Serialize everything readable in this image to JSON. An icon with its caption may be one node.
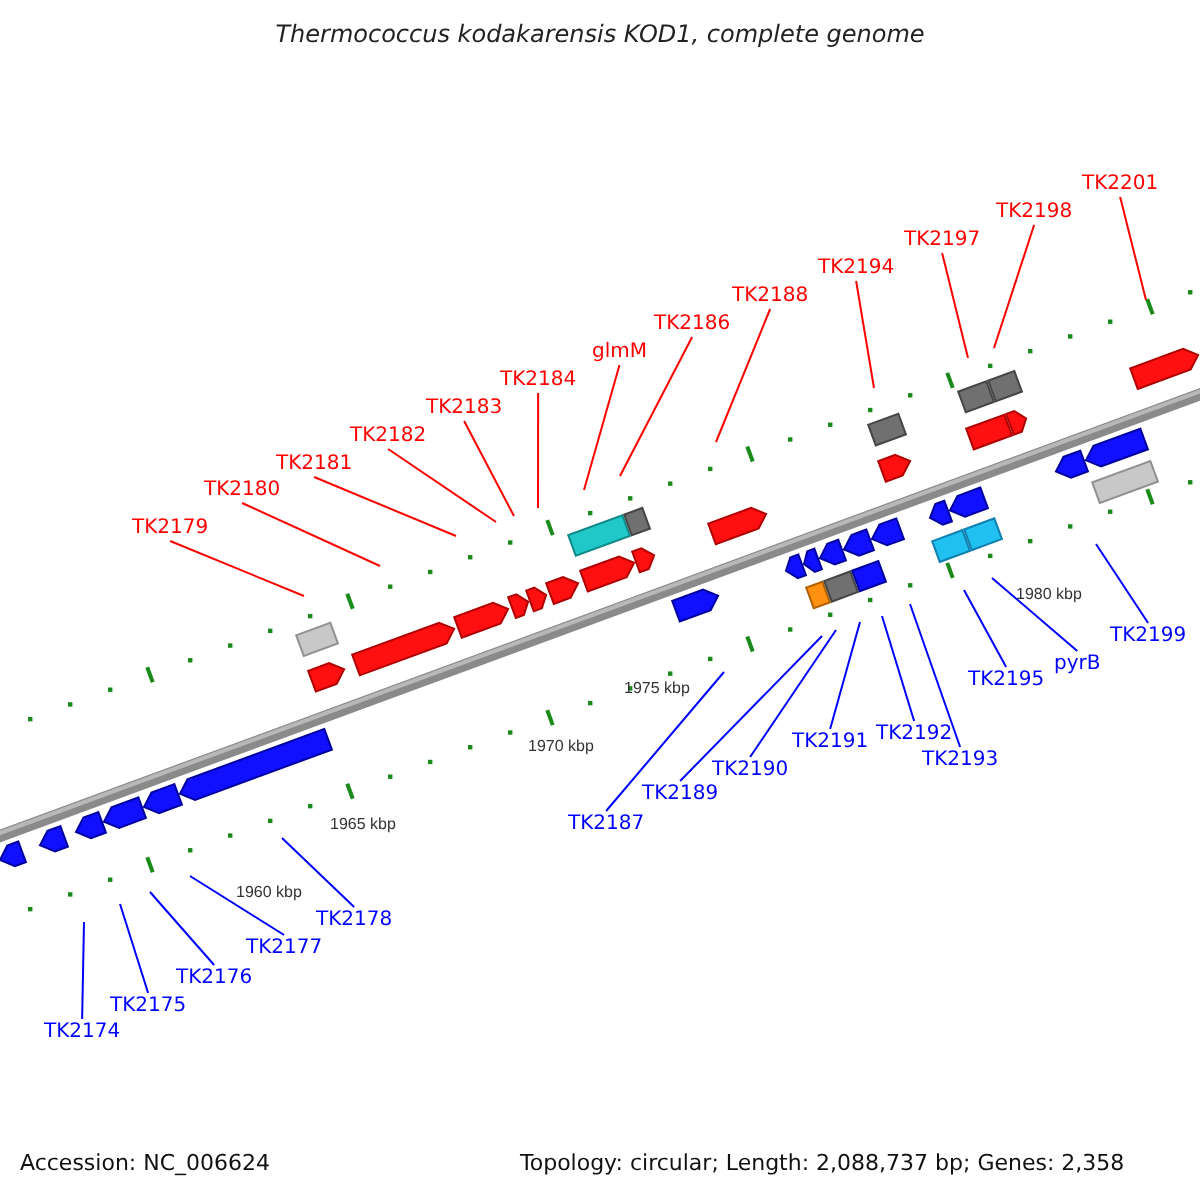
{
  "diagram": {
    "title": "Thermococcus kodakarensis KOD1, complete genome",
    "nodes": [
      {
        "text": [
          "TK2201"
        ]
      },
      {
        "text": [
          "TK2198"
        ]
      },
      {
        "text": [
          "TK2197"
        ]
      },
      {
        "text": [
          "TK2194"
        ]
      },
      {
        "text": [
          "TK2188"
        ]
      },
      {
        "text": [
          "TK2186"
        ]
      },
      {
        "text": [
          "glmM"
        ]
      },
      {
        "text": [
          "TK2184"
        ]
      },
      {
        "text": [
          "TK2183"
        ]
      },
      {
        "text": [
          "TK2182"
        ]
      },
      {
        "text": [
          "TK2181"
        ]
      },
      {
        "text": [
          "TK2180"
        ]
      },
      {
        "text": [
          "TK2179"
        ]
      },
      {
        "text": [
          "TK2199"
        ]
      },
      {
        "text": [
          "pyrB"
        ]
      },
      {
        "text": [
          "TK2195"
        ]
      },
      {
        "text": [
          "TK2192"
        ]
      },
      {
        "text": [
          "TK2191"
        ]
      },
      {
        "text": [
          "TK2193"
        ]
      },
      {
        "text": [
          "TK2190"
        ]
      },
      {
        "text": [
          "TK2189"
        ]
      },
      {
        "text": [
          "TK2187"
        ]
      },
      {
        "text": [
          "TK2178"
        ]
      },
      {
        "text": [
          "TK2177"
        ]
      },
      {
        "text": [
          "TK2176"
        ]
      },
      {
        "text": [
          "TK2175"
        ]
      },
      {
        "text": [
          "TK2174"
        ]
      }
    ],
    "edges": [
      {
        "from": 0,
        "to": null,
        "arrow": "none",
        "color": "#ff0000"
      },
      {
        "from": 1,
        "to": null,
        "arrow": "none",
        "color": "#ff0000"
      },
      {
        "from": 2,
        "to": null,
        "arrow": "none",
        "color": "#ff0000"
      },
      {
        "from": 3,
        "to": null,
        "arrow": "none",
        "color": "#ff0000"
      },
      {
        "from": 4,
        "to": null,
        "arrow": "none",
        "color": "#ff0000"
      },
      {
        "from": 5,
        "to": null,
        "arrow": "none",
        "color": "#ff0000"
      },
      {
        "from": 6,
        "to": null,
        "arrow": "none",
        "color": "#ff0000"
      },
      {
        "from": 7,
        "to": null,
        "arrow": "none",
        "color": "#ff0000"
      },
      {
        "from": 8,
        "to": null,
        "arrow": "none",
        "color": "#ff0000"
      },
      {
        "from": 9,
        "to": null,
        "arrow": "none",
        "color": "#ff0000"
      },
      {
        "from": 10,
        "to": null,
        "arrow": "none",
        "color": "#ff0000"
      },
      {
        "from": 11,
        "to": null,
        "arrow": "none",
        "color": "#ff0000"
      },
      {
        "from": 12,
        "to": null,
        "arrow": "none",
        "color": "#ff0000"
      },
      {
        "from": 13,
        "to": null,
        "arrow": "none"
      },
      {
        "from": 14,
        "to": null,
        "arrow": "none"
      },
      {
        "from": 15,
        "to": null,
        "arrow": "none"
      },
      {
        "from": 16,
        "to": null,
        "arrow": "none"
      },
      {
        "from": 17,
        "to": null,
        "arrow": "none"
      },
      {
        "from": 18,
        "to": null,
        "arrow": "none"
      },
      {
        "from": 19,
        "to": null,
        "arrow": "none"
      },
      {
        "from": 20,
        "to": null,
        "arrow": "none"
      },
      {
        "from": 21,
        "to": null,
        "arrow": "none"
      },
      {
        "from": 22,
        "to": null,
        "arrow": "none"
      },
      {
        "from": 23,
        "to": null,
        "arrow": "none"
      },
      {
        "from": 24,
        "to": null,
        "arrow": "none"
      },
      {
        "from": 25,
        "to": null,
        "arrow": "none"
      },
      {
        "from": 26,
        "to": null,
        "arrow": "none"
      }
    ],
    "labels": [
      "1980 kbp",
      "1975 kbp",
      "1970 kbp",
      "1965 kbp",
      "1960 kbp",
      "Accession: NC_006624",
      "Topology: circular; Length: 2,088,737 bp; Genes: 2,358"
    ]
  }
}
